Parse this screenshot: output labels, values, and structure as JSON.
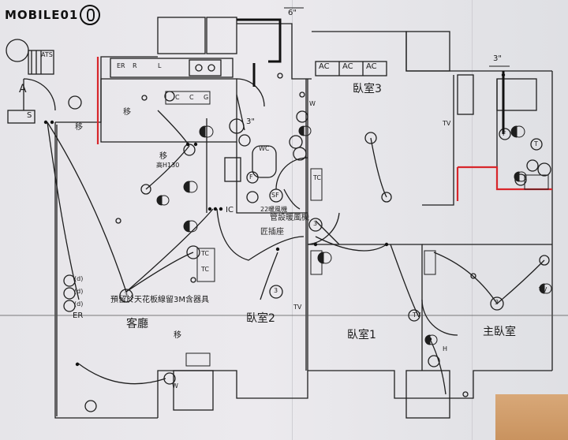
{
  "watermark": {
    "text": "MOBILE01"
  },
  "dims": {
    "top": "6\"",
    "right": "3\"",
    "center": "3\""
  },
  "rooms": {
    "bedroom3": "臥室3",
    "bedroom2": "臥室2",
    "bedroom1": "臥室1",
    "master": "主臥室",
    "living": "客廳"
  },
  "ac_units": [
    "AC",
    "AC",
    "AC"
  ],
  "notes": {
    "ceiling": "預留於天花板線留3M含器具",
    "move": "移",
    "move_height": "移",
    "height": "高H130",
    "hand1": "管設暖風機",
    "hand2": "匠插座",
    "fan_small": "22暖風機",
    "ats": "ATS",
    "er": "ER",
    "er2": "ER",
    "w": "W",
    "s": "S",
    "a": "A",
    "ic": "IC",
    "wc": "WC"
  },
  "symbols": {
    "d": "(d)",
    "tv": "TV",
    "tc": "TC",
    "h": "H",
    "three": "3",
    "sf": "SF",
    "f": "F",
    "c": "C",
    "g": "G",
    "t": "T",
    "r": "R",
    "l": "L"
  },
  "colors": {
    "ink": "#1e1e1e",
    "red": "#d8262b",
    "paper": "#e8e7eb",
    "wood": "#c9935f"
  }
}
